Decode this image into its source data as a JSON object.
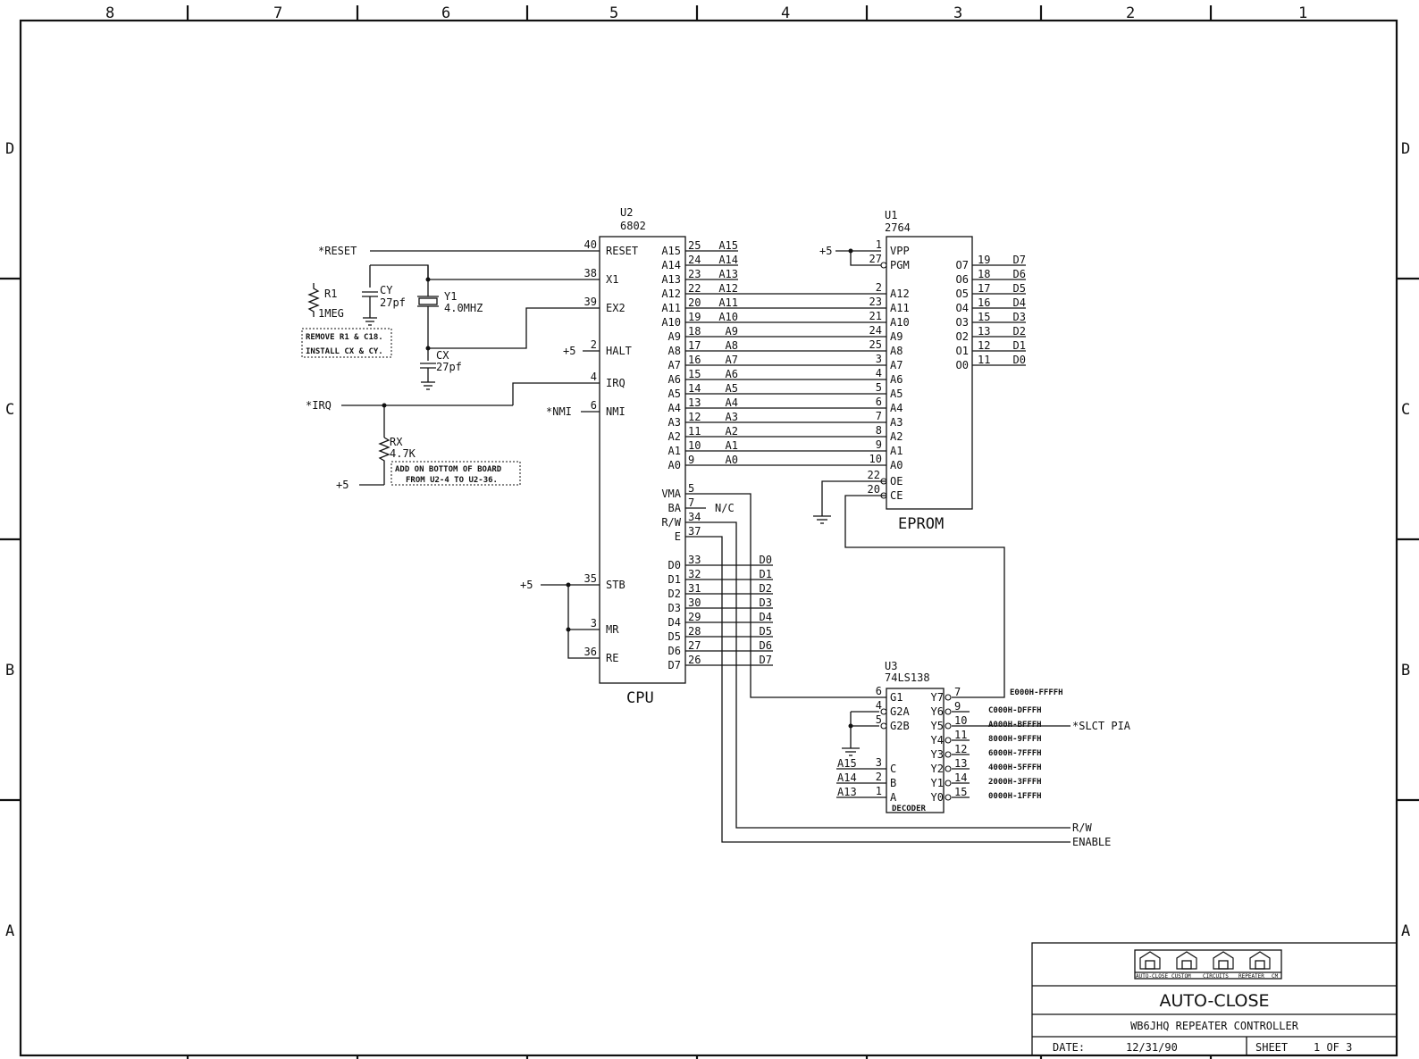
{
  "zones": {
    "columns": [
      "8",
      "7",
      "6",
      "5",
      "4",
      "3",
      "2",
      "1"
    ],
    "rows": [
      "D",
      "C",
      "B",
      "A"
    ]
  },
  "u2": {
    "ref": "U2",
    "part": "6802",
    "name": "CPU",
    "left_pins": [
      {
        "num": "40",
        "name": "RESET"
      },
      {
        "num": "38",
        "name": "X1"
      },
      {
        "num": "39",
        "name": "EX2"
      },
      {
        "num": "2",
        "name": "HALT"
      },
      {
        "num": "4",
        "name": "IRQ"
      },
      {
        "num": "6",
        "name": "NMI"
      },
      {
        "num": "35",
        "name": "STB"
      },
      {
        "num": "3",
        "name": "MR"
      },
      {
        "num": "36",
        "name": "RE"
      }
    ],
    "addr_pins": [
      {
        "name": "A15",
        "num": "25",
        "net": "A15"
      },
      {
        "name": "A14",
        "num": "24",
        "net": "A14"
      },
      {
        "name": "A13",
        "num": "23",
        "net": "A13"
      },
      {
        "name": "A12",
        "num": "22",
        "net": "A12"
      },
      {
        "name": "A11",
        "num": "20",
        "net": "A11"
      },
      {
        "name": "A10",
        "num": "19",
        "net": "A10"
      },
      {
        "name": "A9",
        "num": "18",
        "net": "A9"
      },
      {
        "name": "A8",
        "num": "17",
        "net": "A8"
      },
      {
        "name": "A7",
        "num": "16",
        "net": "A7"
      },
      {
        "name": "A6",
        "num": "15",
        "net": "A6"
      },
      {
        "name": "A5",
        "num": "14",
        "net": "A5"
      },
      {
        "name": "A4",
        "num": "13",
        "net": "A4"
      },
      {
        "name": "A3",
        "num": "12",
        "net": "A3"
      },
      {
        "name": "A2",
        "num": "11",
        "net": "A2"
      },
      {
        "name": "A1",
        "num": "10",
        "net": "A1"
      },
      {
        "name": "A0",
        "num": "9",
        "net": "A0"
      }
    ],
    "ctrl_pins": [
      {
        "name": "VMA",
        "num": "5"
      },
      {
        "name": "BA",
        "num": "7"
      },
      {
        "name": "R/W",
        "num": "34"
      },
      {
        "name": "E",
        "num": "37"
      }
    ],
    "data_pins": [
      {
        "name": "D0",
        "num": "33",
        "net": "D0"
      },
      {
        "name": "D1",
        "num": "32",
        "net": "D1"
      },
      {
        "name": "D2",
        "num": "31",
        "net": "D2"
      },
      {
        "name": "D3",
        "num": "30",
        "net": "D3"
      },
      {
        "name": "D4",
        "num": "29",
        "net": "D4"
      },
      {
        "name": "D5",
        "num": "28",
        "net": "D5"
      },
      {
        "name": "D6",
        "num": "27",
        "net": "D6"
      },
      {
        "name": "D7",
        "num": "26",
        "net": "D7"
      }
    ],
    "nc_label": "N/C"
  },
  "u1": {
    "ref": "U1",
    "part": "2764",
    "name": "EPROM",
    "top_pins": [
      {
        "num": "1",
        "name": "VPP"
      },
      {
        "num": "27",
        "name": "PGM"
      }
    ],
    "addr_pins": [
      {
        "num": "2",
        "name": "A12"
      },
      {
        "num": "23",
        "name": "A11"
      },
      {
        "num": "21",
        "name": "A10"
      },
      {
        "num": "24",
        "name": "A9"
      },
      {
        "num": "25",
        "name": "A8"
      },
      {
        "num": "3",
        "name": "A7"
      },
      {
        "num": "4",
        "name": "A6"
      },
      {
        "num": "5",
        "name": "A5"
      },
      {
        "num": "6",
        "name": "A4"
      },
      {
        "num": "7",
        "name": "A3"
      },
      {
        "num": "8",
        "name": "A2"
      },
      {
        "num": "9",
        "name": "A1"
      },
      {
        "num": "10",
        "name": "A0"
      }
    ],
    "ctrl_pins": [
      {
        "num": "22",
        "name": "OE"
      },
      {
        "num": "20",
        "name": "CE"
      }
    ],
    "data_pins": [
      {
        "name": "O7",
        "num": "19",
        "net": "D7"
      },
      {
        "name": "O6",
        "num": "18",
        "net": "D6"
      },
      {
        "name": "O5",
        "num": "17",
        "net": "D5"
      },
      {
        "name": "O4",
        "num": "16",
        "net": "D4"
      },
      {
        "name": "O3",
        "num": "15",
        "net": "D3"
      },
      {
        "name": "O2",
        "num": "13",
        "net": "D2"
      },
      {
        "name": "O1",
        "num": "12",
        "net": "D1"
      },
      {
        "name": "O0",
        "num": "11",
        "net": "D0"
      }
    ]
  },
  "u3": {
    "ref": "U3",
    "part": "74LS138",
    "name": "DECODER",
    "enable_pins": [
      {
        "num": "6",
        "name": "G1"
      },
      {
        "num": "4",
        "name": "G2A"
      },
      {
        "num": "5",
        "name": "G2B"
      }
    ],
    "select_pins": [
      {
        "net": "A15",
        "num": "3",
        "name": "C"
      },
      {
        "net": "A14",
        "num": "2",
        "name": "B"
      },
      {
        "net": "A13",
        "num": "1",
        "name": "A"
      }
    ],
    "outputs": [
      {
        "name": "Y7",
        "num": "7",
        "range": "E000H-FFFFH"
      },
      {
        "name": "Y6",
        "num": "9",
        "range": "C000H-DFFFH"
      },
      {
        "name": "Y5",
        "num": "10",
        "range": "A000H-BFFFH"
      },
      {
        "name": "Y4",
        "num": "11",
        "range": "8000H-9FFFH"
      },
      {
        "name": "Y3",
        "num": "12",
        "range": "6000H-7FFFH"
      },
      {
        "name": "Y2",
        "num": "13",
        "range": "4000H-5FFFH"
      },
      {
        "name": "Y1",
        "num": "14",
        "range": "2000H-3FFFH"
      },
      {
        "name": "Y0",
        "num": "15",
        "range": "0000H-1FFFH"
      }
    ],
    "y5_net": "*SLCT PIA"
  },
  "passives": {
    "r1_ref": "R1",
    "r1_val": "1MEG",
    "cy_ref": "CY",
    "cy_val": "27pf",
    "y1_ref": "Y1",
    "y1_val": "4.0MHZ",
    "cx_ref": "CX",
    "cx_val": "27pf",
    "rx_ref": "RX",
    "rx_val": "4.7K"
  },
  "nets": {
    "reset": "*RESET",
    "irq": "*IRQ",
    "nmi": "*NMI",
    "plus5": "+5",
    "rw_out": "R/W",
    "enable_out": "ENABLE"
  },
  "notes": {
    "note1_l1": "REMOVE R1 & C18.",
    "note1_l2": "INSTALL CX & CY.",
    "note2_l1": "ADD ON BOTTOM OF BOARD",
    "note2_l2": "FROM U2-4 TO U2-36."
  },
  "title_block": {
    "logo_captions": [
      "AUTO-CLOSE",
      "CUSTOM",
      "CIRCUITS",
      "REPEATER",
      "CM"
    ],
    "title": "AUTO-CLOSE",
    "subtitle": "WB6JHQ REPEATER CONTROLLER",
    "date_label": "DATE:",
    "date_value": "12/31/90",
    "sheet_label": "SHEET",
    "sheet_value": "1 OF 3"
  }
}
